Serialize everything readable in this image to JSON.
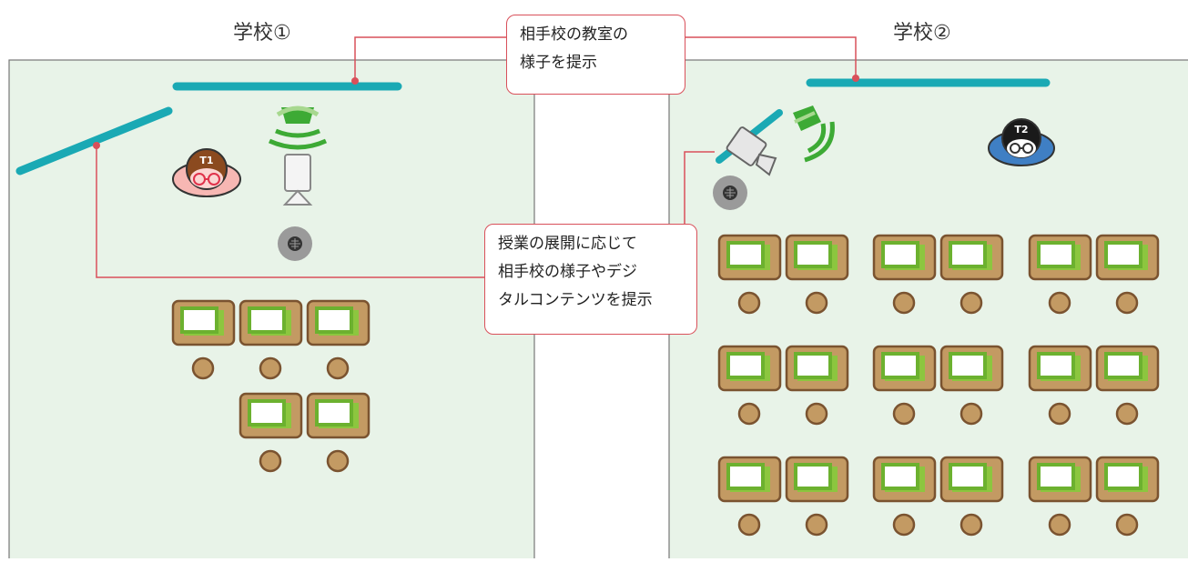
{
  "school1": {
    "title": "学校①",
    "teacher": "T1"
  },
  "school2": {
    "title": "学校②",
    "teacher": "T2"
  },
  "callout_top": {
    "line1": "相手校の教室の",
    "line2": "様子を提示"
  },
  "callout_mid": {
    "line1": "授業の展開に応じて",
    "line2": "相手校の様子やデジ",
    "line3": "タルコンテンツを提示"
  },
  "colors": {
    "room_bg": "#e8f3e8",
    "board": "#1aa9b4",
    "desk": "#c39a63",
    "tablet_green": "#8cc63f",
    "camera_green": "#3daa35",
    "callout_border": "#d9505a",
    "teacher1_face": "#f7b7b3",
    "teacher2_face": "#3f7fc4",
    "mic": "#8a8a8a"
  },
  "icons": [
    "screen-board",
    "sensor-icon",
    "projector-icon",
    "microphone-icon",
    "video-camera-icon",
    "teacher-avatar",
    "desk-with-tablet",
    "student-seat"
  ],
  "layout": {
    "school1_groups": [
      3,
      2
    ],
    "school2_groups": [
      [
        2,
        2,
        2
      ],
      [
        2,
        2,
        2
      ],
      [
        2,
        2,
        2
      ]
    ]
  }
}
